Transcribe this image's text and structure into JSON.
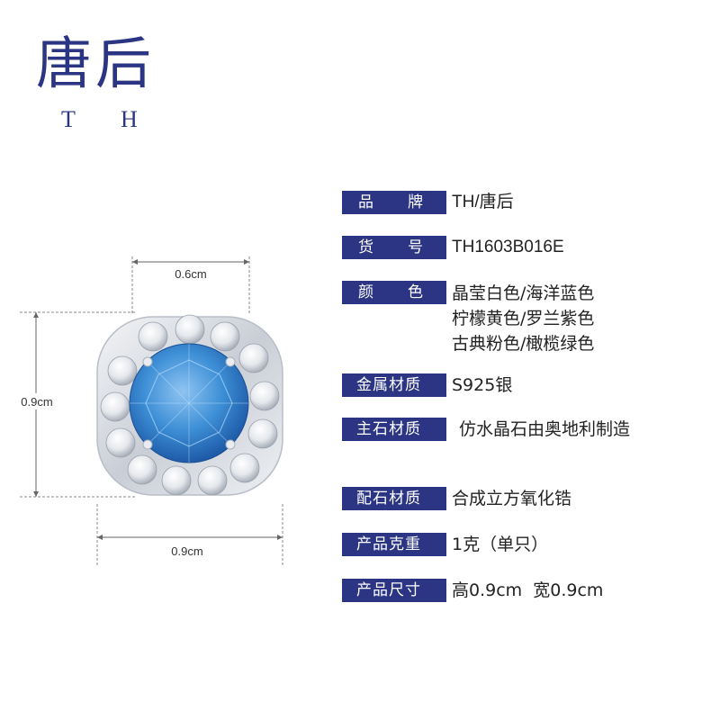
{
  "brand": {
    "logo_cn": "唐后",
    "logo_en_1": "T",
    "logo_en_2": "H"
  },
  "dimensions": {
    "top_width": "0.6cm",
    "height": "0.9cm",
    "bottom_width": "0.9cm"
  },
  "colors": {
    "brand_navy": "#2b3583",
    "stone_blue": "#3d8fd6",
    "metal_silver": "#d9dde3"
  },
  "specs": [
    {
      "label_a": "品",
      "label_b": "牌",
      "value": "TH/唐后"
    },
    {
      "label_a": "货",
      "label_b": "号",
      "value": "TH1603B016E"
    },
    {
      "label_a": "颜",
      "label_b": "色",
      "value_lines": [
        "晶莹白色/海洋蓝色",
        "柠檬黄色/罗兰紫色",
        "古典粉色/橄榄绿色"
      ]
    },
    {
      "label": "金属材质",
      "value": "S925银"
    },
    {
      "label": "主石材质",
      "value": "仿水晶石由奥地利制造"
    },
    {
      "label": "配石材质",
      "value": "合成立方氧化锆"
    },
    {
      "label": "产品克重",
      "value": "1克（单只）"
    },
    {
      "label": "产品尺寸",
      "value": "高0.9cm  宽0.9cm"
    }
  ]
}
